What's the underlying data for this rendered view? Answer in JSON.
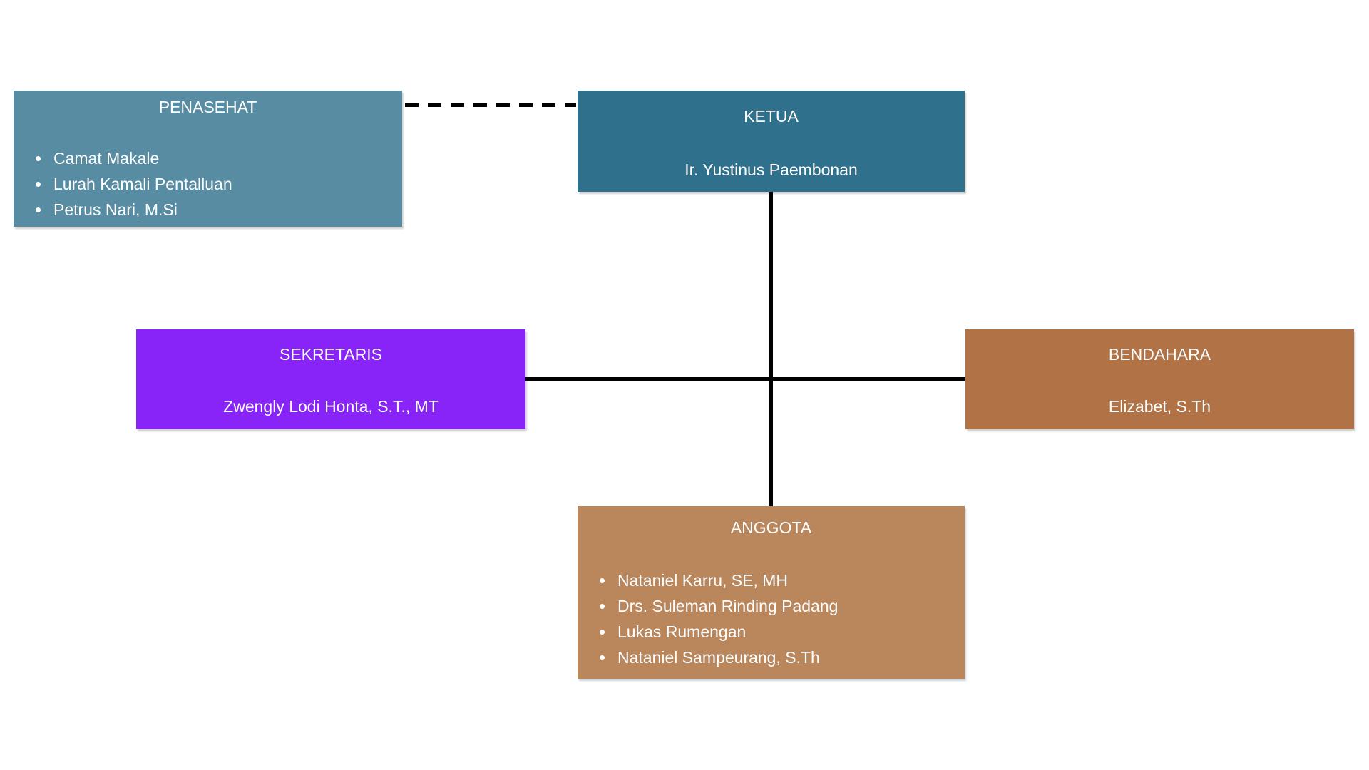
{
  "colors": {
    "background": "#ffffff",
    "text": "#ffffff",
    "connector": "#000000",
    "penasehat_bg": "#578ca2",
    "ketua_bg": "#2f708d",
    "sekretaris_bg": "#8824f8",
    "bendahara_bg": "#b17245",
    "anggota_bg": "#ba865c"
  },
  "nodes": {
    "penasehat": {
      "title": "PENASEHAT",
      "members": [
        "Camat Makale",
        "Lurah Kamali Pentalluan",
        "Petrus Nari, M.Si"
      ]
    },
    "ketua": {
      "title": "KETUA",
      "name": "Ir. Yustinus Paembonan"
    },
    "sekretaris": {
      "title": "SEKRETARIS",
      "name": "Zwengly Lodi Honta, S.T., MT"
    },
    "bendahara": {
      "title": "BENDAHARA",
      "name": "Elizabet, S.Th"
    },
    "anggota": {
      "title": "ANGGOTA",
      "members": [
        "Nataniel Karru, SE, MH",
        "Drs. Suleman Rinding Padang",
        "Lukas Rumengan",
        "Nataniel Sampeurang, S.Th"
      ]
    }
  },
  "connectors": {
    "penasehat_to_ketua": "dashed",
    "ketua_to_anggota": "solid",
    "sekretaris_to_bendahara": "solid"
  }
}
